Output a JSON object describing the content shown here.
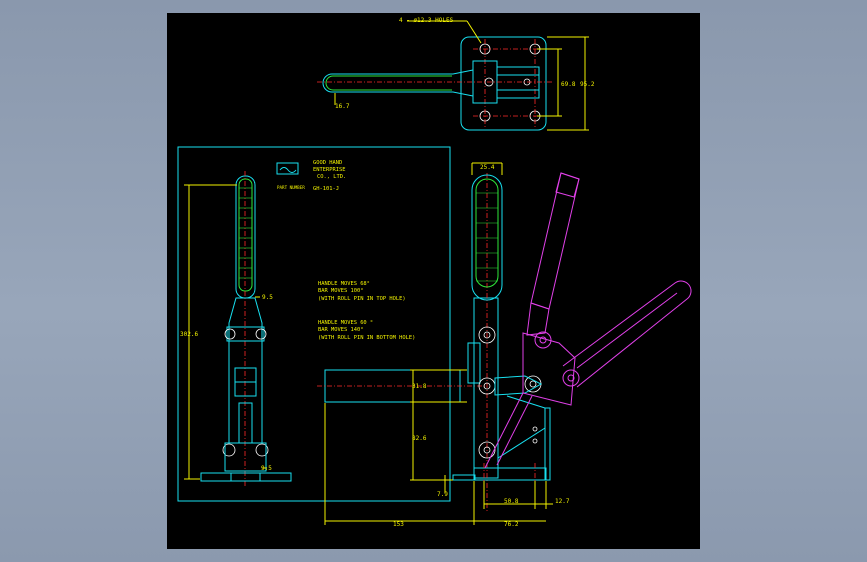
{
  "drawing": {
    "hole_note": "4 - ø12.3 HOLES",
    "dims": {
      "handle_dia": "16.7",
      "plate_inner": "69.8",
      "plate_outer": "95.2",
      "handle_width": "25.4",
      "side_pin": "9.5",
      "side_foot": "9.5",
      "overall_height": "302.6",
      "spindle_height": "31.8",
      "pivot_height": "82.6",
      "base_thickness": "7.9",
      "bolt_spacing": "50.8",
      "base_edge": "12.7",
      "base_length": "76.2",
      "arm_reach": "153"
    },
    "title_block": {
      "company_line1": "GOOD HAND",
      "company_line2": "ENTERPRISE",
      "company_line3": "CO., LTD.",
      "part_label": "PART NUMBER",
      "part_number": "GH-101-J"
    },
    "notes": {
      "top_hole_line1": "HANDLE MOVES 68°",
      "top_hole_line2": "BAR      MOVES 100°",
      "top_hole_line3": "(WITH ROLL PIN IN TOP HOLE)",
      "bottom_hole_line1": "HANDLE MOVES 60 °",
      "bottom_hole_line2": "BAR      MOVES 140°",
      "bottom_hole_line3": "(WITH ROLL PIN IN BOTTOM HOLE)"
    },
    "colors": {
      "background": "#000000",
      "outline": "#18e0f0",
      "dimension": "#f2f200",
      "grip": "#2ee83a",
      "alternate_position": "#e040e8",
      "centerline": "#ff2a2a"
    }
  }
}
